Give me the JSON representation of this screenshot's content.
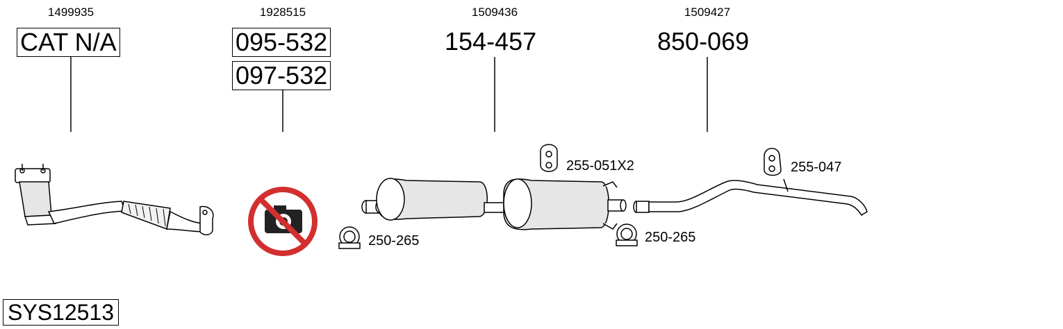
{
  "columns": [
    {
      "oem": "1499935",
      "parts": [
        "CAT N/A"
      ],
      "boxed": true
    },
    {
      "oem": "1928515",
      "parts": [
        "095-532",
        "097-532"
      ],
      "boxed": true
    },
    {
      "oem": "1509436",
      "parts": [
        "154-457"
      ],
      "boxed": false
    },
    {
      "oem": "1509427",
      "parts": [
        "850-069"
      ],
      "boxed": false
    }
  ],
  "accessories": {
    "clamp_front": "250-265",
    "hanger_mid": "255-051X2",
    "clamp_rear": "250-265",
    "hanger_rear": "255-047"
  },
  "system_code": "SYS12513",
  "colors": {
    "no_photo": "#d32f2f",
    "line": "#000000",
    "pipe_fill": "#ffffff",
    "muffler_shade": "#e6e6e6"
  }
}
